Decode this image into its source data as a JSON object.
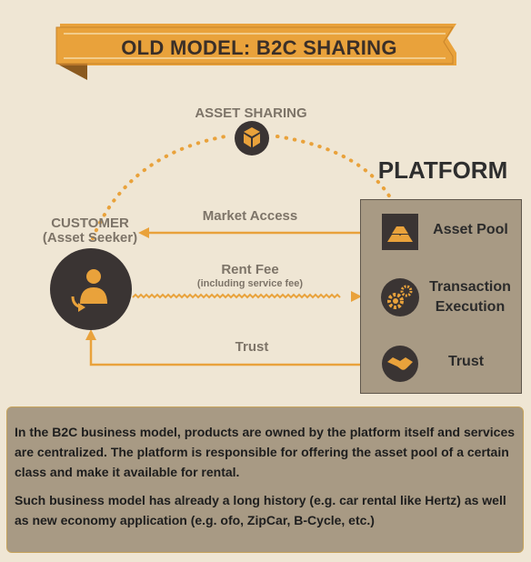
{
  "banner": {
    "title": "OLD MODEL: B2C SHARING"
  },
  "asset_sharing": {
    "label": "ASSET SHARING",
    "icon": "box-icon"
  },
  "customer": {
    "title": "CUSTOMER",
    "subtitle": "(Asset Seeker)",
    "icon": "user-exchange-icon"
  },
  "flows": {
    "market_access": "Market Access",
    "rent_fee": "Rent Fee",
    "rent_fee_note": "(including service fee)",
    "trust": "Trust"
  },
  "platform": {
    "title": "PLATFORM",
    "items": [
      {
        "label": "Asset Pool",
        "icon": "gold-bars-icon"
      },
      {
        "label_line1": "Transaction",
        "label_line2": "Execution",
        "icon": "gears-icon"
      },
      {
        "label": "Trust",
        "icon": "handshake-icon"
      }
    ]
  },
  "description": {
    "paragraph1": "In the B2C business model, products are owned by the platform itself and services are centralized. The platform is responsible for offering the asset pool of a certain class and make it available for rental.",
    "paragraph2": "Such business model has already a long history (e.g. car rental like Hertz) as well as new economy application (e.g. ofo, ZipCar, B-Cycle, etc.)"
  },
  "colors": {
    "accent": "#e9a23b",
    "dark": "#3a3433",
    "background": "#efe6d4",
    "panel": "#a89a84"
  }
}
